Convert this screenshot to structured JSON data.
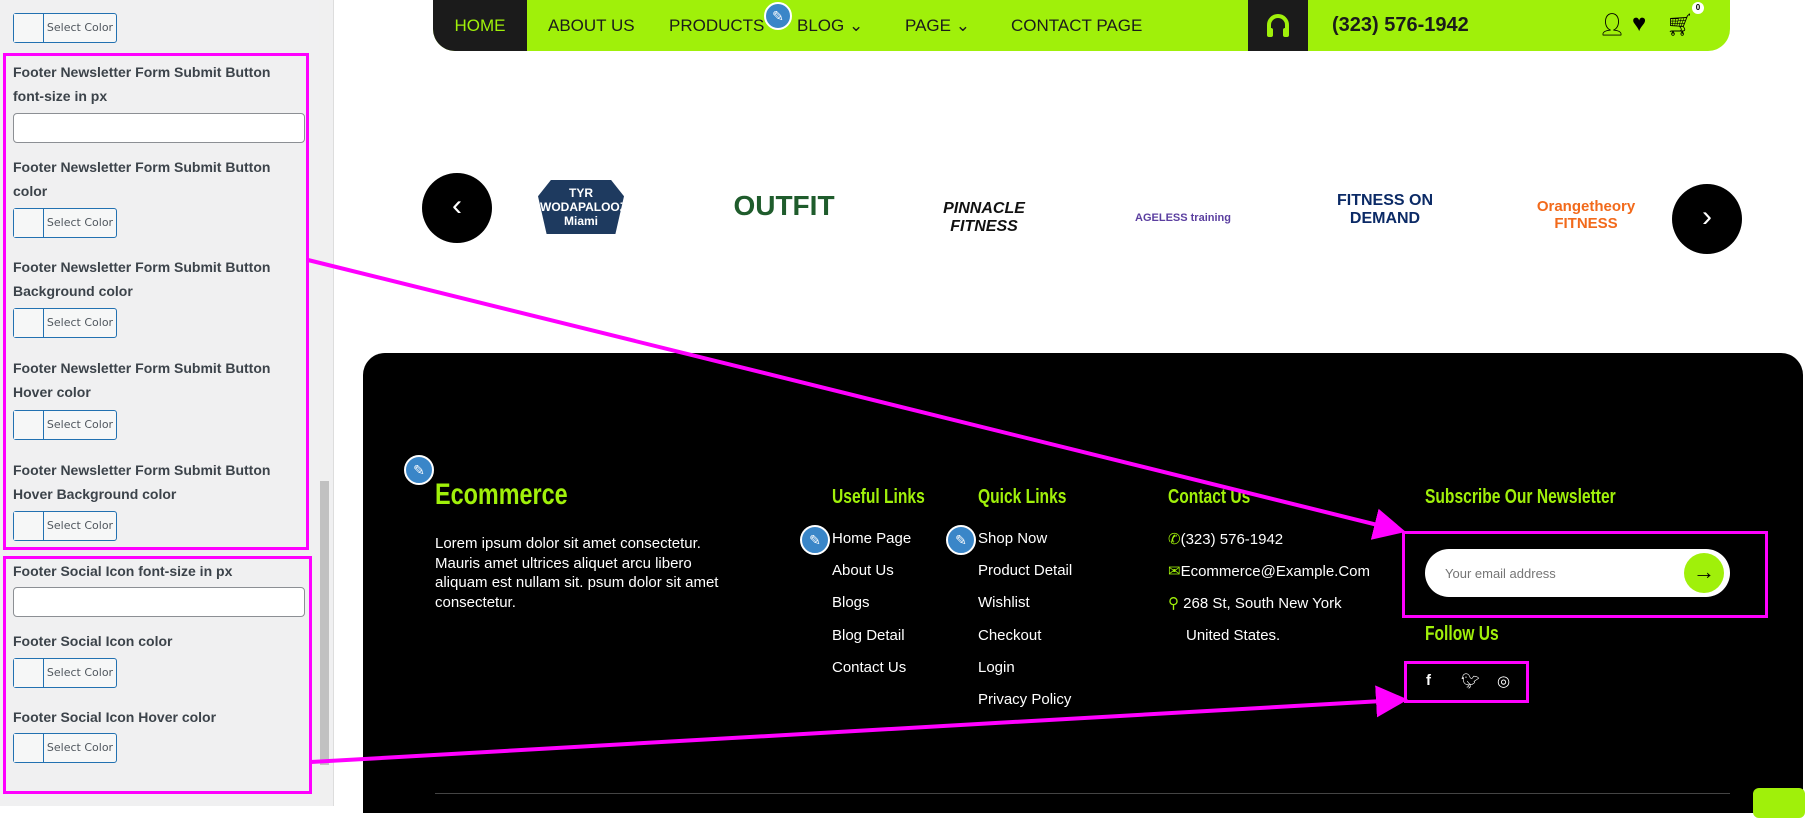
{
  "sidebar": {
    "select_color": "Select Color",
    "labels": [
      "Footer Newsletter Form Submit Button font-size in px",
      "Footer Newsletter Form Submit Button color",
      "Footer Newsletter Form Submit Button Background color",
      "Footer Newsletter Form Submit Button Hover color",
      "Footer Newsletter Form Submit Button Hover Background color",
      "Footer Social Icon font-size in px",
      "Footer Social Icon color",
      "Footer Social Icon Hover color"
    ]
  },
  "nav": {
    "items": [
      "HOME",
      "ABOUT US",
      "PRODUCTS",
      "BLOG",
      "PAGE",
      "CONTACT PAGE"
    ],
    "phone": "(323) 576-1942",
    "cart_count": "0"
  },
  "brands": [
    "TYR WODAPALOOZA Miami",
    "OUTFIT",
    "PINNACLE FITNESS",
    "AGELESS training",
    "FITNESS ON DEMAND",
    "Orangetheory FITNESS"
  ],
  "footer": {
    "brand": "Ecommerce",
    "about": "Lorem ipsum dolor sit amet consectetur. Mauris amet ultrices aliquet arcu libero aliquam est nullam sit. psum dolor sit amet consectetur.",
    "useful_title": "Useful Links",
    "useful": [
      "Home Page",
      "About Us",
      "Blogs",
      "Blog Detail",
      "Contact Us"
    ],
    "quick_title": "Quick Links",
    "quick": [
      "Shop Now",
      "Product Detail",
      "Wishlist",
      "Checkout",
      "Login",
      "Privacy Policy"
    ],
    "contact_title": "Contact Us",
    "phone": "(323) 576-1942",
    "email": "Ecommerce@Example.Com",
    "address1": "268 St, South New York",
    "address2": "United States.",
    "newsletter_title": "Subscribe Our Newsletter",
    "email_placeholder": "Your email address",
    "follow_title": "Follow Us"
  },
  "colors": {
    "accent": "#a0f00a",
    "annotation": "#ff00ff"
  }
}
